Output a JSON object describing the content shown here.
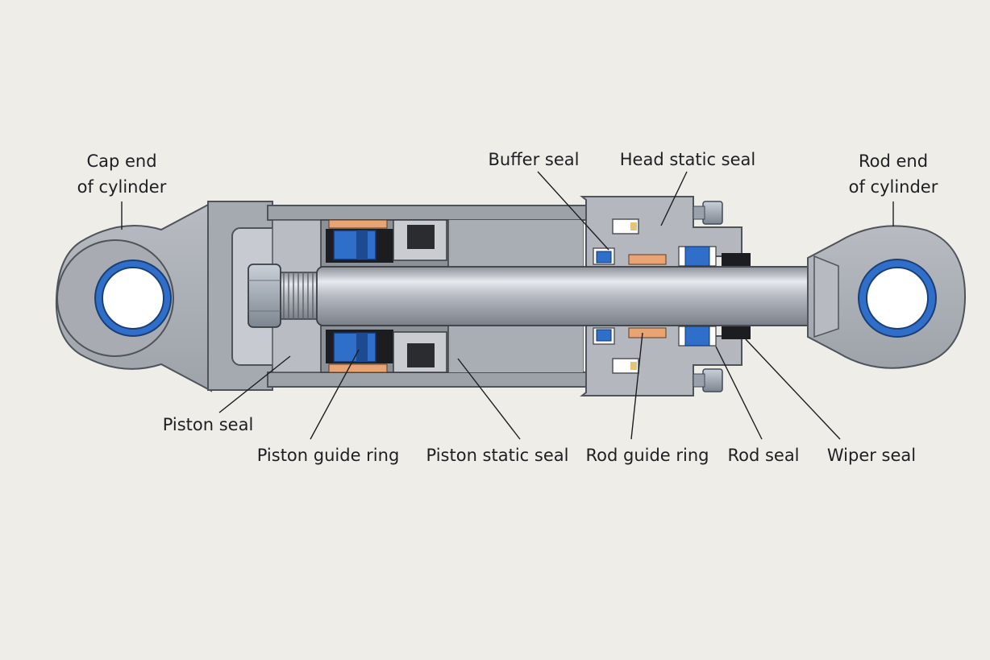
{
  "labels": {
    "cap_end": [
      "Cap end",
      "of cylinder"
    ],
    "rod_end": [
      "Rod end",
      "of cylinder"
    ],
    "buffer_seal": "Buffer seal",
    "head_static_seal": "Head static seal",
    "piston_seal": "Piston seal",
    "piston_guide_ring": "Piston guide ring",
    "piston_static_seal": "Piston static seal",
    "rod_guide_ring": "Rod guide ring",
    "rod_seal": "Rod seal",
    "wiper_seal": "Wiper seal"
  },
  "colors": {
    "background": "#efede8",
    "steel": "#a9adb3",
    "steel_dark": "#6f747b",
    "seal_blue": "#2f6fc9",
    "guide_ring_orange": "#e8a472",
    "seal_black": "#1c1d20"
  }
}
